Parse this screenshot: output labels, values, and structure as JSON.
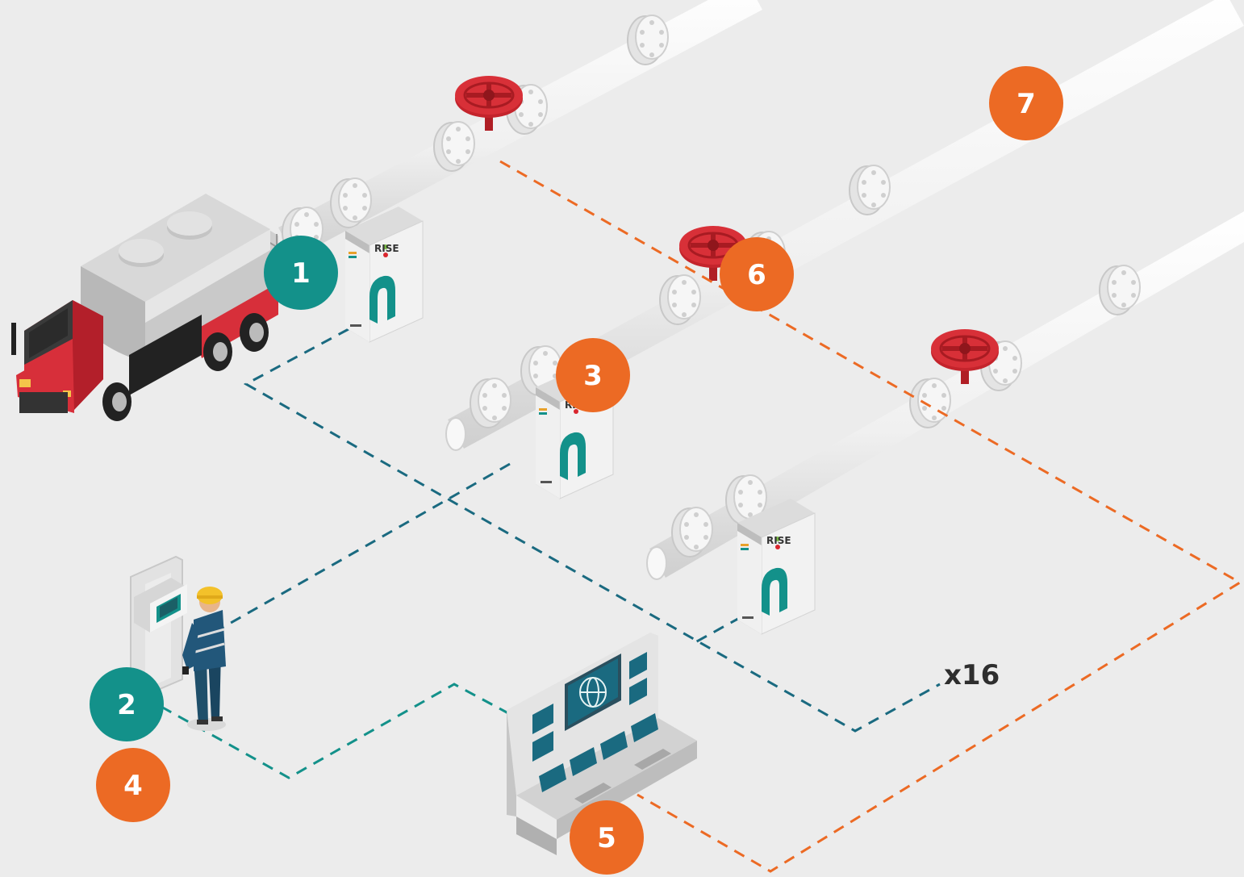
{
  "diagram": {
    "colors": {
      "background": "#ececec",
      "teal": "#13918a",
      "orange": "#ec6a24",
      "teal_dash": "#1a6a80",
      "orange_dash": "#ec6a24",
      "valve_red": "#c4242c",
      "pipe": "#f4f4f4"
    },
    "badges": [
      {
        "label": "1",
        "color": "teal"
      },
      {
        "label": "2",
        "color": "teal"
      },
      {
        "label": "3",
        "color": "orange"
      },
      {
        "label": "4",
        "color": "orange"
      },
      {
        "label": "5",
        "color": "orange"
      },
      {
        "label": "6",
        "color": "orange"
      },
      {
        "label": "7",
        "color": "orange"
      }
    ],
    "device_brand": "RISE",
    "multiplier": "x16",
    "icons": [
      "tanker-truck",
      "rise-device",
      "valve-wheel",
      "pipeline",
      "control-panel",
      "operator",
      "terminal-kiosk",
      "globe-icon"
    ]
  }
}
